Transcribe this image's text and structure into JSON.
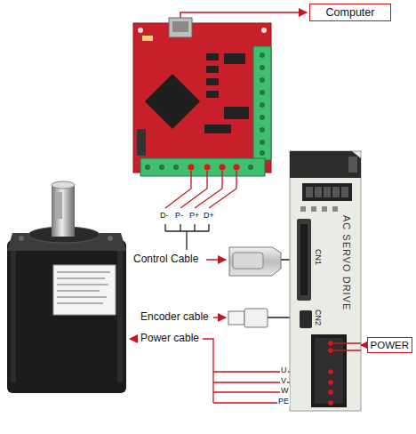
{
  "diagram": {
    "nodes": [
      {
        "text": [
          "Computer"
        ]
      },
      {
        "text": [
          "AC SERVO DRIVE"
        ]
      },
      {
        "text": [
          "POWER"
        ]
      }
    ],
    "edges": [
      {
        "from": 2,
        "to": 1,
        "arrow": "to"
      }
    ],
    "labels": [
      "D-",
      "P-",
      "P+",
      "D+",
      "Control Cable",
      "CN1",
      "Encoder cable",
      "CN2",
      "Power cable",
      "U",
      "V",
      "W",
      "PE"
    ]
  }
}
